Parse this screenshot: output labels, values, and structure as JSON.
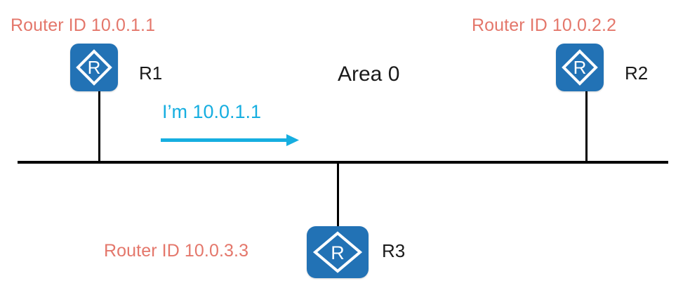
{
  "diagram": {
    "title_text": "Area 0",
    "colors": {
      "router_fill": "#2272b5",
      "router_glyph": "#ffffff",
      "router_id_text": "#e4776b",
      "device_label_text": "#1a1a1a",
      "link_line": "#000000",
      "hello_arrow": "#16aee0",
      "background": "#ffffff"
    },
    "routers": [
      {
        "id": "r1",
        "device_label": "R1",
        "router_id_label": "Router ID 10.0.1.1",
        "icon_name": "router-icon"
      },
      {
        "id": "r2",
        "device_label": "R2",
        "router_id_label": "Router ID 10.0.2.2",
        "icon_name": "router-icon"
      },
      {
        "id": "r3",
        "device_label": "R3",
        "router_id_label": "Router ID 10.0.3.3",
        "icon_name": "router-icon"
      }
    ],
    "annotation": {
      "hello_text": "I’m 10.0.1.1",
      "arrow_name": "hello-packet-arrow",
      "direction": "left-to-right"
    },
    "segment": {
      "name": "ethernet-broadcast-segment",
      "area_label": "Area 0"
    }
  }
}
